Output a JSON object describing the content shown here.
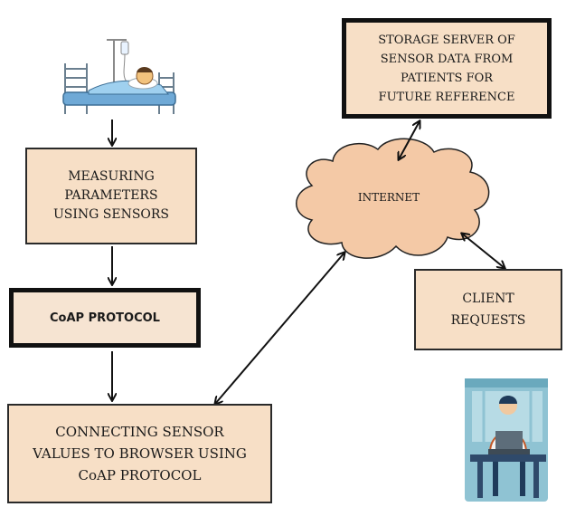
{
  "nodes": {
    "measuring": "MEASURING\nPARAMETERS\nUSING SENSORS",
    "coap": "CoAP PROTOCOL",
    "connecting": "CONNECTING SENSOR\nVALUES TO BROWSER USING\nCoAP PROTOCOL",
    "storage": "STORAGE SERVER OF\nSENSOR DATA FROM\nPATIENTS FOR\nFUTURE REFERENCE",
    "internet": "INTERNET",
    "client": "CLIENT\nREQUESTS"
  },
  "icons": {
    "patient": "patient-in-hospital-bed-icon",
    "user": "person-at-laptop-icon"
  },
  "colors": {
    "box_fill": "#f7dfc6",
    "cloud_fill": "#f4c9a6",
    "stroke": "#111111"
  }
}
